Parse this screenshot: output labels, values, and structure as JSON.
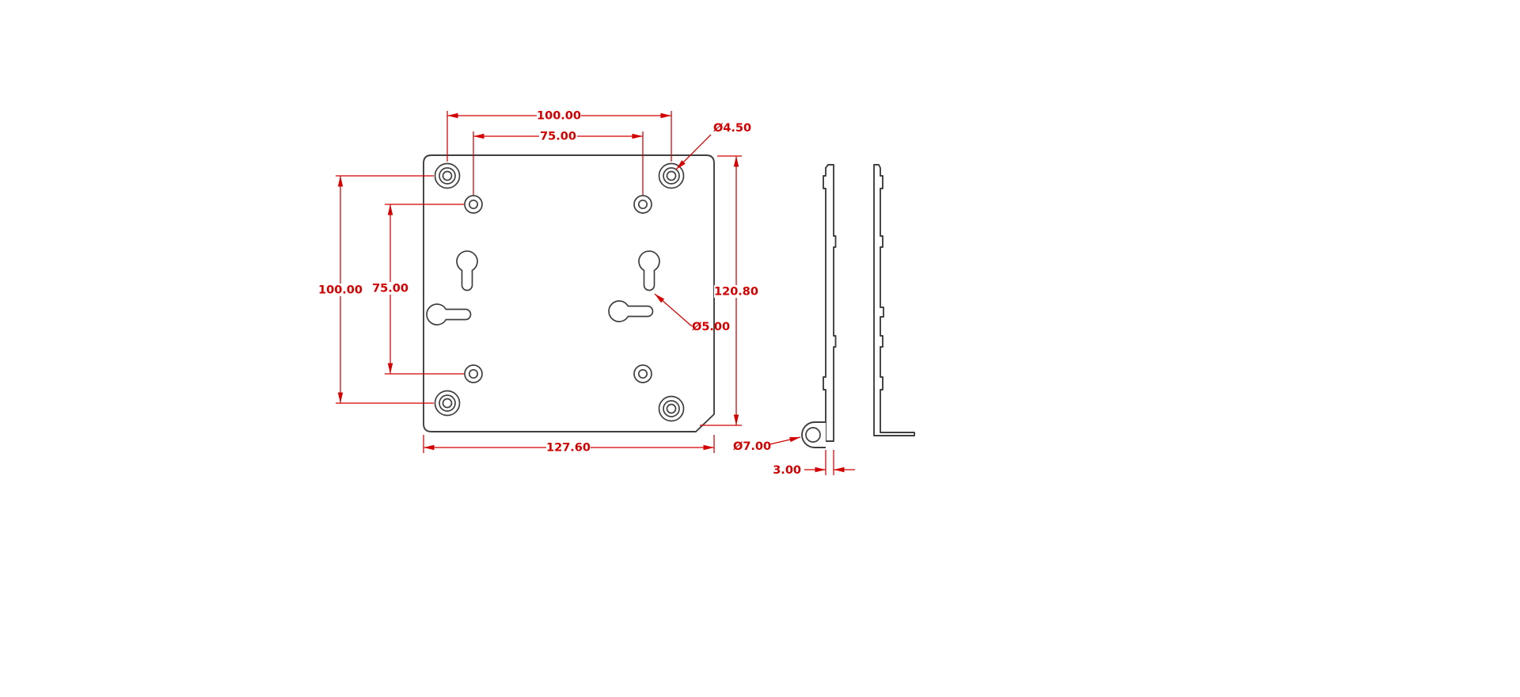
{
  "colors": {
    "dim": "#d40000",
    "outline": "#3f3f3f",
    "bg": "#ffffff"
  },
  "front_view": {
    "dim_top_outer": "100.00",
    "dim_top_inner": "75.00",
    "dim_left_outer": "100.00",
    "dim_left_inner": "75.00",
    "dim_right_height": "120.80",
    "dim_bottom_width": "127.60",
    "callout_corner_hole_dia": "Ø4.50",
    "callout_keyhole_dia": "Ø5.00"
  },
  "side_view": {
    "callout_lug_hole_dia": "Ø7.00",
    "dim_thickness": "3.00"
  }
}
